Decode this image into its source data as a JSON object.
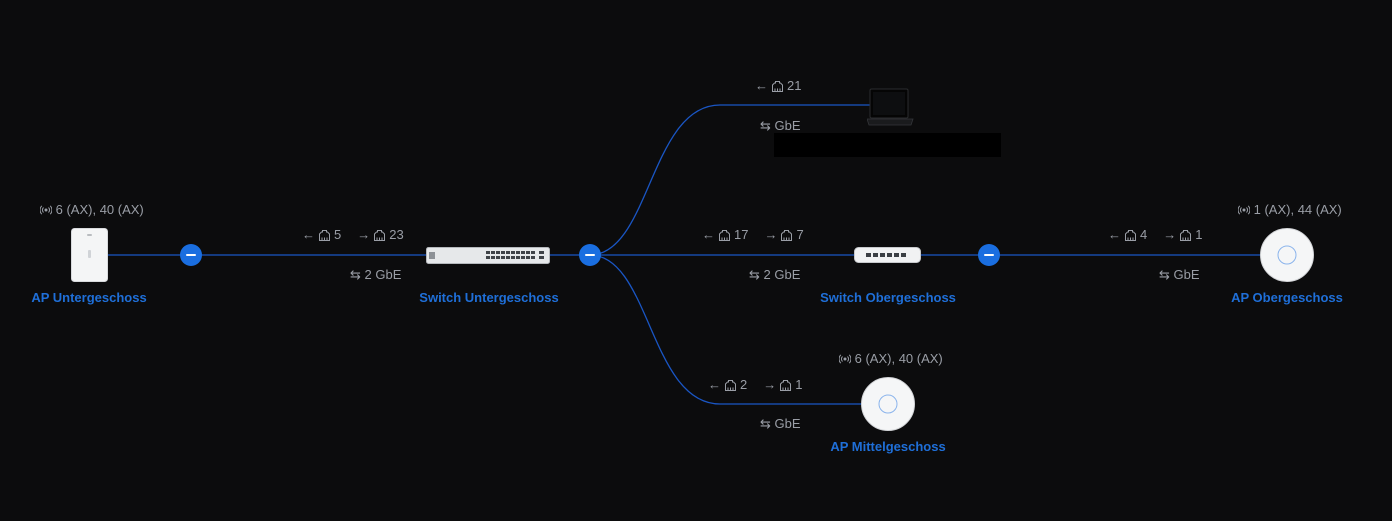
{
  "colors": {
    "background": "#0c0c0d",
    "link": "#1a56c4",
    "accent": "#1f6fd8",
    "muted_text": "#9a9ea6"
  },
  "devices": {
    "ap_untergeschoss": {
      "name": "AP Untergeschoss",
      "wifi": "6 (AX), 40 (AX)",
      "icon": "in-wall-access-point-icon"
    },
    "switch_untergeschoss": {
      "name": "Switch Untergeschoss",
      "icon": "rack-switch-24-port-icon"
    },
    "laptop": {
      "icon": "laptop-icon"
    },
    "switch_obergeschoss": {
      "name": "Switch Obergeschoss",
      "icon": "mini-switch-icon"
    },
    "ap_obergeschoss": {
      "name": "AP Obergeschoss",
      "wifi": "1 (AX), 44 (AX)",
      "icon": "ceiling-access-point-icon"
    },
    "ap_mittelgeschoss": {
      "name": "AP Mittelgeschoss",
      "wifi": "6 (AX), 40 (AX)",
      "icon": "ceiling-access-point-icon"
    }
  },
  "links": {
    "ap_ug_to_switch_ug": {
      "uplink_port": "5",
      "downlink_port": "23",
      "speed": "2 GbE"
    },
    "switch_ug_to_laptop": {
      "uplink_port": "21",
      "speed": "GbE"
    },
    "switch_ug_to_switch_og": {
      "uplink_port": "17",
      "downlink_port": "7",
      "speed": "2 GbE"
    },
    "switch_og_to_ap_og": {
      "uplink_port": "4",
      "downlink_port": "1",
      "speed": "GbE"
    },
    "switch_ug_to_ap_mg": {
      "uplink_port": "2",
      "downlink_port": "1",
      "speed": "GbE"
    }
  }
}
